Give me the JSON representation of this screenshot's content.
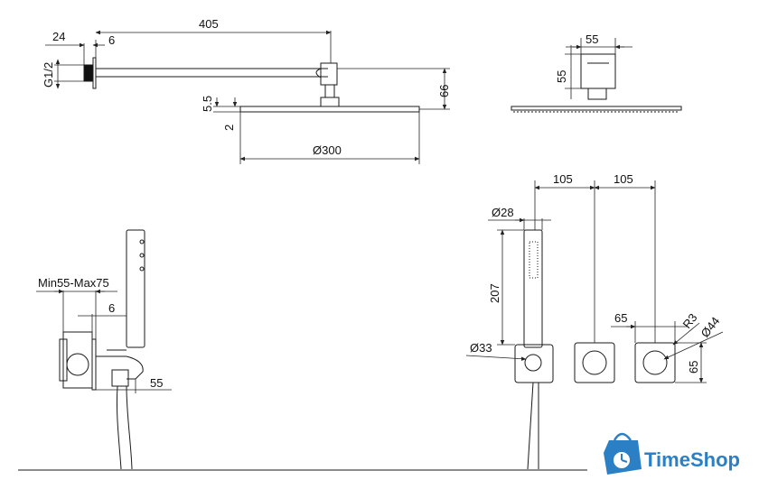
{
  "drawing": {
    "shower_arm": {
      "length": "405",
      "flange_depth": "24",
      "flange_gap": "6",
      "thread": "G1/2",
      "drop": "66"
    },
    "shower_head": {
      "thickness_top": "5.5",
      "thickness_edge": "2",
      "diameter": "Ø300"
    },
    "side_view": {
      "width": "55",
      "height": "55"
    },
    "hand_shower_side": {
      "wall_depth": "Min55-Max75",
      "gap": "6",
      "holder_depth": "55"
    },
    "front_view": {
      "spacing_1": "105",
      "spacing_2": "105",
      "handle_diameter": "Ø28",
      "handle_length": "207",
      "outlet_diameter": "Ø33",
      "plate_width": "65",
      "corner_radius": "R3",
      "knob_diameter": "Ø44",
      "plate_height": "65"
    }
  },
  "brand": {
    "name": "TimeShop",
    "color": "#2b7fc4",
    "icon": "shopping-bag-clock-icon"
  }
}
